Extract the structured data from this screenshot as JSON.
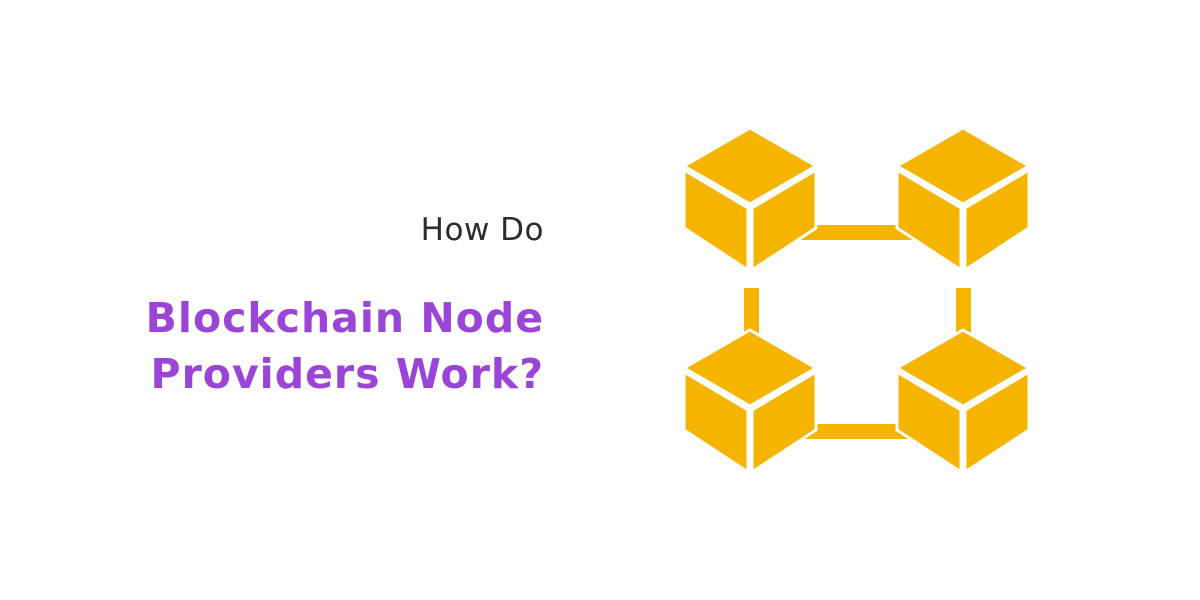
{
  "heading": {
    "kicker": "How Do",
    "line1": "Blockchain Node",
    "line2": "Providers Work?"
  },
  "colors": {
    "background": "#ffffff",
    "kicker_text": "#2b2b2b",
    "headline_text": "#9a45d8",
    "cube": "#f4b400",
    "cube_edges": "#ffffff"
  },
  "graphic": {
    "icon": "blockchain-network-icon"
  }
}
